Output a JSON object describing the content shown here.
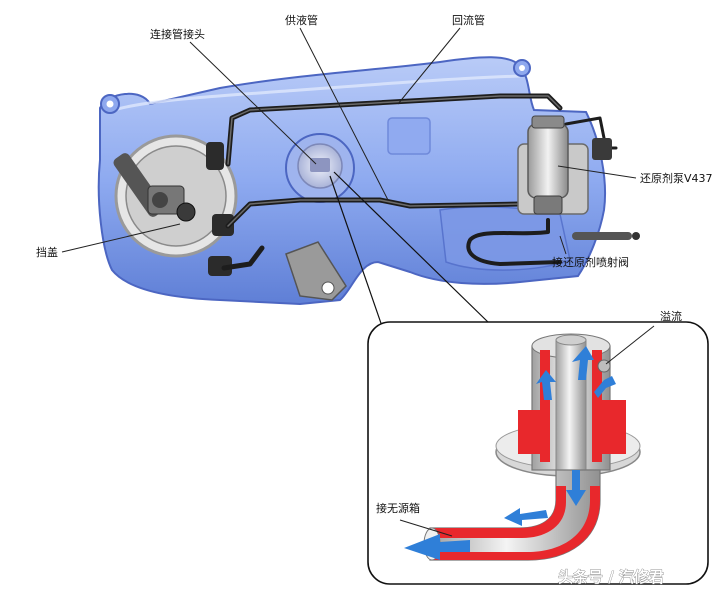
{
  "labels": {
    "connector": "连接管接头",
    "supply_line": "供液管",
    "return_line": "回流管",
    "pump": "还原剂泵V437",
    "cover": "挡盖",
    "injector": "接还原剂喷射阀",
    "overflow": "溢流",
    "to_tank": "接无源箱"
  },
  "watermark": "头条号 / 汽修君",
  "colors": {
    "tank_blue": "#7f9fe8",
    "flow_red": "#e8282c",
    "flow_blue": "#2f7fd8"
  }
}
